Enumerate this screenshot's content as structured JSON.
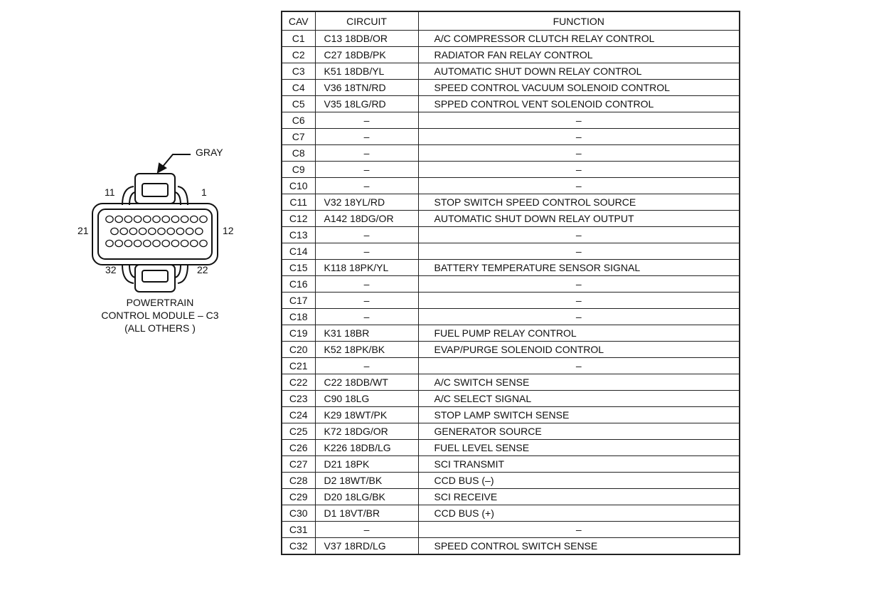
{
  "connector": {
    "color_label": "GRAY",
    "pin_labels": {
      "top_left": "11",
      "top_right": "1",
      "left": "21",
      "right": "12",
      "bottom_left": "32",
      "bottom_right": "22"
    },
    "caption_lines": [
      "POWERTRAIN",
      "CONTROL MODULE – C3",
      "(ALL OTHERS )"
    ]
  },
  "table": {
    "headers": {
      "cav": "CAV",
      "circuit": "CIRCUIT",
      "function": "FUNCTION"
    },
    "rows": [
      {
        "cav": "C1",
        "circuit": "C13 18DB/OR",
        "function": "A/C COMPRESSOR CLUTCH RELAY CONTROL"
      },
      {
        "cav": "C2",
        "circuit": "C27 18DB/PK",
        "function": "RADIATOR FAN RELAY CONTROL"
      },
      {
        "cav": "C3",
        "circuit": "K51 18DB/YL",
        "function": "AUTOMATIC SHUT DOWN RELAY CONTROL"
      },
      {
        "cav": "C4",
        "circuit": "V36 18TN/RD",
        "function": "SPEED CONTROL VACUUM SOLENOID CONTROL"
      },
      {
        "cav": "C5",
        "circuit": "V35 18LG/RD",
        "function": "SPPED CONTROL VENT SOLENOID CONTROL"
      },
      {
        "cav": "C6",
        "circuit": "–",
        "function": "–"
      },
      {
        "cav": "C7",
        "circuit": "–",
        "function": "–"
      },
      {
        "cav": "C8",
        "circuit": "–",
        "function": "–"
      },
      {
        "cav": "C9",
        "circuit": "–",
        "function": "–"
      },
      {
        "cav": "C10",
        "circuit": "–",
        "function": "–"
      },
      {
        "cav": "C11",
        "circuit": "V32 18YL/RD",
        "function": "STOP SWITCH SPEED CONTROL SOURCE"
      },
      {
        "cav": "C12",
        "circuit": "A142 18DG/OR",
        "function": "AUTOMATIC SHUT DOWN RELAY OUTPUT"
      },
      {
        "cav": "C13",
        "circuit": "–",
        "function": "–"
      },
      {
        "cav": "C14",
        "circuit": "–",
        "function": "–"
      },
      {
        "cav": "C15",
        "circuit": "K118 18PK/YL",
        "function": "BATTERY TEMPERATURE SENSOR SIGNAL"
      },
      {
        "cav": "C16",
        "circuit": "–",
        "function": "–"
      },
      {
        "cav": "C17",
        "circuit": "–",
        "function": "–"
      },
      {
        "cav": "C18",
        "circuit": "–",
        "function": "–"
      },
      {
        "cav": "C19",
        "circuit": "K31 18BR",
        "function": "FUEL PUMP RELAY CONTROL"
      },
      {
        "cav": "C20",
        "circuit": "K52 18PK/BK",
        "function": "EVAP/PURGE SOLENOID CONTROL"
      },
      {
        "cav": "C21",
        "circuit": "–",
        "function": "–"
      },
      {
        "cav": "C22",
        "circuit": "C22 18DB/WT",
        "function": "A/C SWITCH SENSE"
      },
      {
        "cav": "C23",
        "circuit": "C90 18LG",
        "function": "A/C SELECT SIGNAL"
      },
      {
        "cav": "C24",
        "circuit": "K29 18WT/PK",
        "function": "STOP LAMP SWITCH SENSE"
      },
      {
        "cav": "C25",
        "circuit": "K72 18DG/OR",
        "function": "GENERATOR SOURCE"
      },
      {
        "cav": "C26",
        "circuit": "K226 18DB/LG",
        "function": "FUEL LEVEL SENSE"
      },
      {
        "cav": "C27",
        "circuit": "D21 18PK",
        "function": "SCI TRANSMIT"
      },
      {
        "cav": "C28",
        "circuit": "D2 18WT/BK",
        "function": "CCD BUS (–)"
      },
      {
        "cav": "C29",
        "circuit": "D20 18LG/BK",
        "function": "SCI RECEIVE"
      },
      {
        "cav": "C30",
        "circuit": "D1 18VT/BR",
        "function": "CCD BUS (+)"
      },
      {
        "cav": "C31",
        "circuit": "–",
        "function": "–"
      },
      {
        "cav": "C32",
        "circuit": "V37 18RD/LG",
        "function": "SPEED CONTROL SWITCH SENSE"
      }
    ]
  }
}
